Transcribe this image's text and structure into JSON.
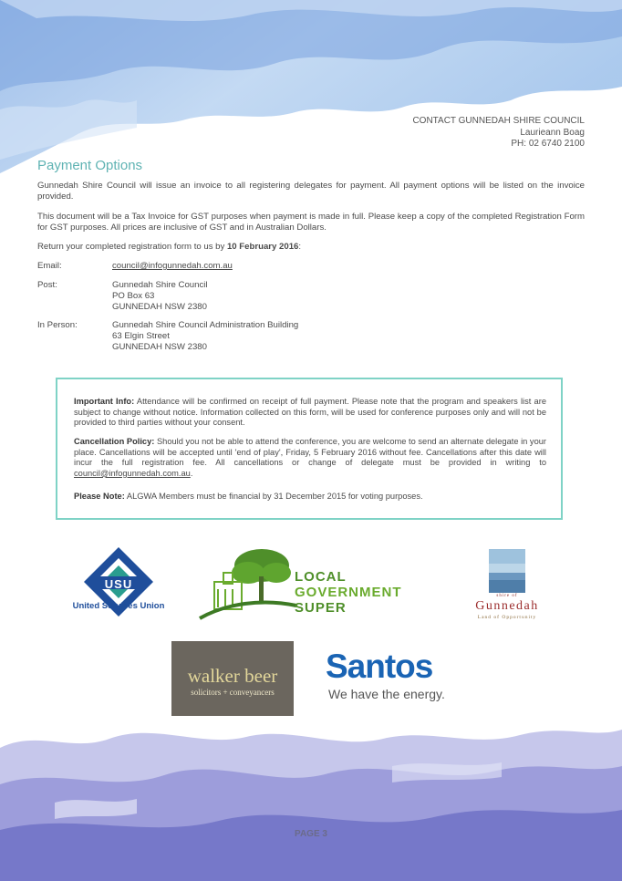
{
  "contact": {
    "line1": "CONTACT GUNNEDAH SHIRE COUNCIL",
    "line2": "Laurieann Boag",
    "line3": "PH: 02 6740 2100"
  },
  "heading": "Payment Options",
  "paragraphs": {
    "p1": "Gunnedah Shire Council will issue an invoice to all registering delegates for payment. All payment options will be listed on the invoice provided.",
    "p2": "This document will be a Tax Invoice for GST purposes when payment is made in full. Please keep a copy of the completed Registration Form for GST purposes. All prices are inclusive of GST and in Australian Dollars.",
    "p3_prefix": "Return your completed registration form to us by ",
    "p3_date": "10 February 2016",
    "p3_suffix": ":"
  },
  "return_details": {
    "email_label": "Email:",
    "email_value": "council@infogunnedah.com.au",
    "post_label": "Post:",
    "post_lines": [
      "Gunnedah Shire Council",
      "PO Box 63",
      "GUNNEDAH NSW 2380"
    ],
    "in_person_label": "In Person:",
    "in_person_lines": [
      "Gunnedah Shire Council Administration Building",
      "63 Elgin Street",
      "GUNNEDAH NSW 2380"
    ]
  },
  "info_box": {
    "important_label": "Important Info:",
    "important_text": " Attendance will be confirmed on receipt of full payment. Please note that the program and speakers list are subject to change without notice. Information collected on this form, will be used for conference purposes only and will not be provided to third parties without your consent.",
    "cancellation_label": "Cancellation Policy:",
    "cancellation_text": " Should you not be able to attend the conference, you are welcome to send an alternate delegate in your place. Cancellations will be accepted until 'end of play', Friday, 5 February 2016 without fee. Cancellations after this date will incur the full registration fee. All cancellations or change of delegate must be provided in writing to ",
    "cancellation_email": "council@infogunnedah.com.au",
    "cancellation_end": ".",
    "note_label": "Please Note:",
    "note_text": " ALGWA Members must be financial by 31 December 2015 for voting purposes."
  },
  "logos": {
    "usu_mark": "USU",
    "usu_name": "United Services Union",
    "lgs_line1": "LOCAL",
    "lgs_line2": "GOVERNMENT",
    "lgs_line3": "SUPER",
    "gunnedah_top": "shire of",
    "gunnedah_name": "Gunnedah",
    "gunnedah_tagline": "Land of Opportunity",
    "walker_name": "walker beer",
    "walker_sub": "solicitors + conveyancers",
    "santos_name": "Santos",
    "santos_tagline": "We have the energy."
  },
  "colors": {
    "heading": "#5fb3b3",
    "box_border": "#7fd3c6",
    "lgs_green": "#6aab2e",
    "usu_blue": "#1f4e9b",
    "santos_blue": "#1a64b4",
    "walker_bg": "#6b665e"
  },
  "page_label": "PAGE 3"
}
